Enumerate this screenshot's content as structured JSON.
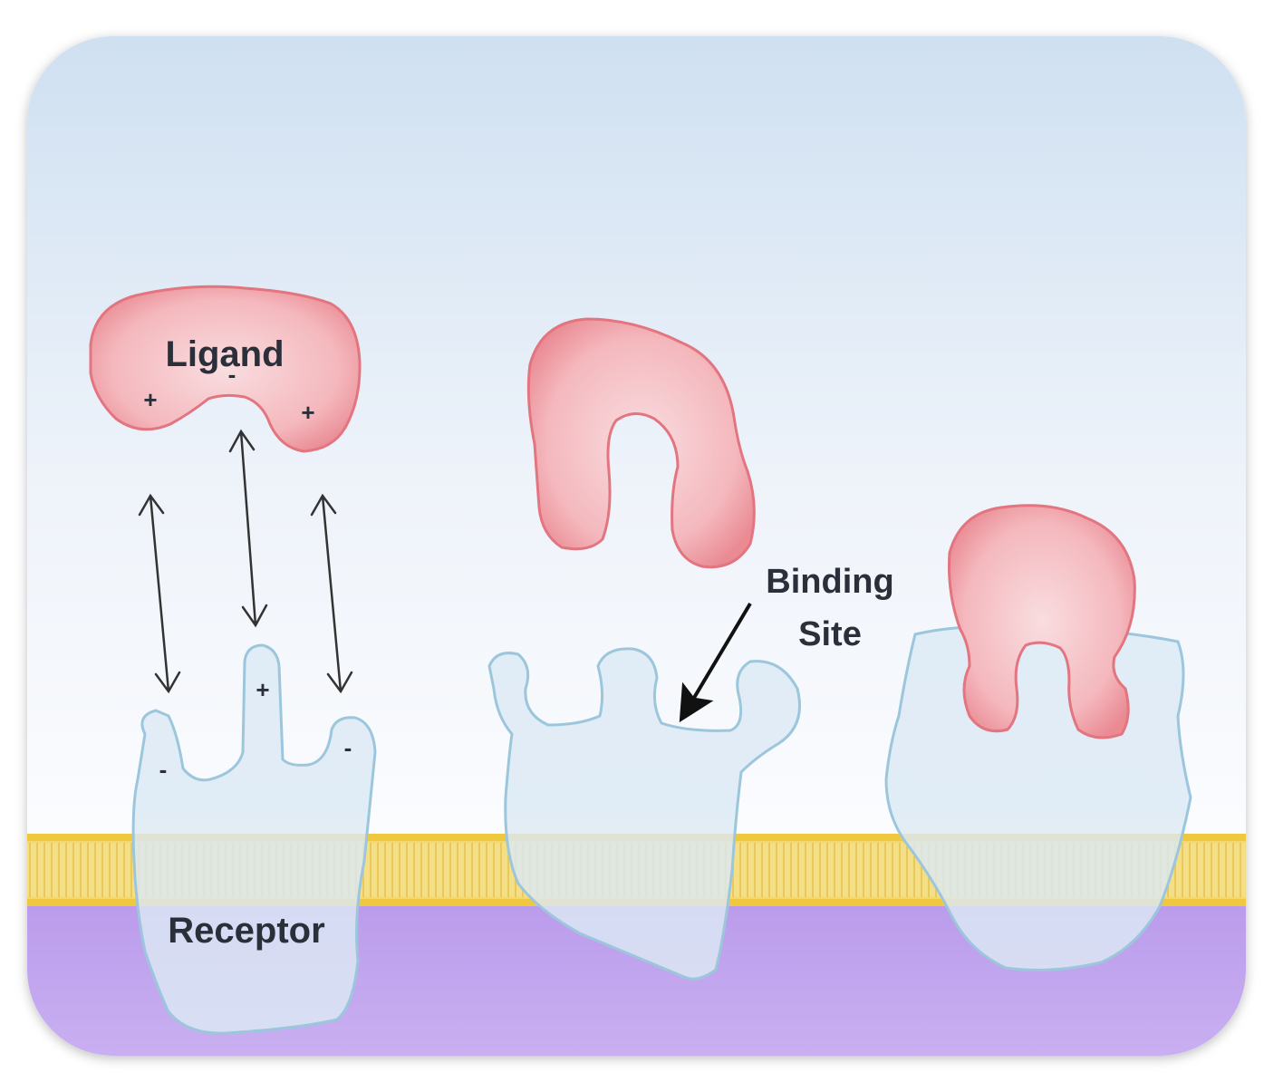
{
  "labels": {
    "ligand": "Ligand",
    "receptor": "Receptor",
    "binding_line1": "Binding",
    "binding_line2": "Site"
  },
  "charges": {
    "ligand_left": "+",
    "ligand_center": "-",
    "ligand_right": "+",
    "receptor_left": "-",
    "receptor_center": "+",
    "receptor_right": "-"
  },
  "colors": {
    "ligand_fill": "#f4b6bb",
    "ligand_stroke": "#e0727c",
    "receptor_fill": "#dde9f3",
    "receptor_stroke": "#9cc6dc",
    "membrane": "#f2d46a",
    "cytoplasm": "#c3a6ef",
    "sky_top": "#cfe0f1"
  }
}
